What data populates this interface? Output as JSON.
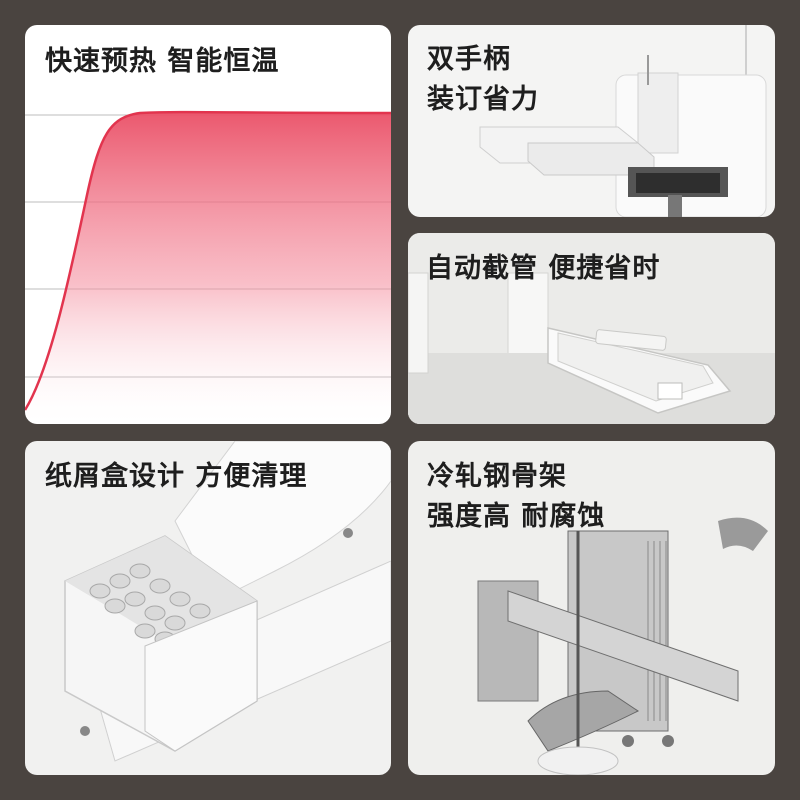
{
  "panels": [
    {
      "id": "heating",
      "lines": [
        "快速预热 智能恒温"
      ]
    },
    {
      "id": "handles",
      "lines": [
        "双手柄",
        "装订省力"
      ]
    },
    {
      "id": "cutter",
      "lines": [
        "自动截管 便捷省时"
      ]
    },
    {
      "id": "scrap",
      "lines": [
        "纸屑盒设计 方便清理"
      ]
    },
    {
      "id": "frame",
      "lines": [
        "冷轧钢骨架",
        "强度高 耐腐蚀"
      ]
    }
  ],
  "colors": {
    "background": "#4a4440",
    "curve": "#e2344e",
    "text": "#1e1e1e"
  },
  "icons": [
    "heating-curve-graphic",
    "binding-machine-handles",
    "tube-cutter-tray",
    "scrap-box-drawer",
    "steel-frame-structure"
  ]
}
